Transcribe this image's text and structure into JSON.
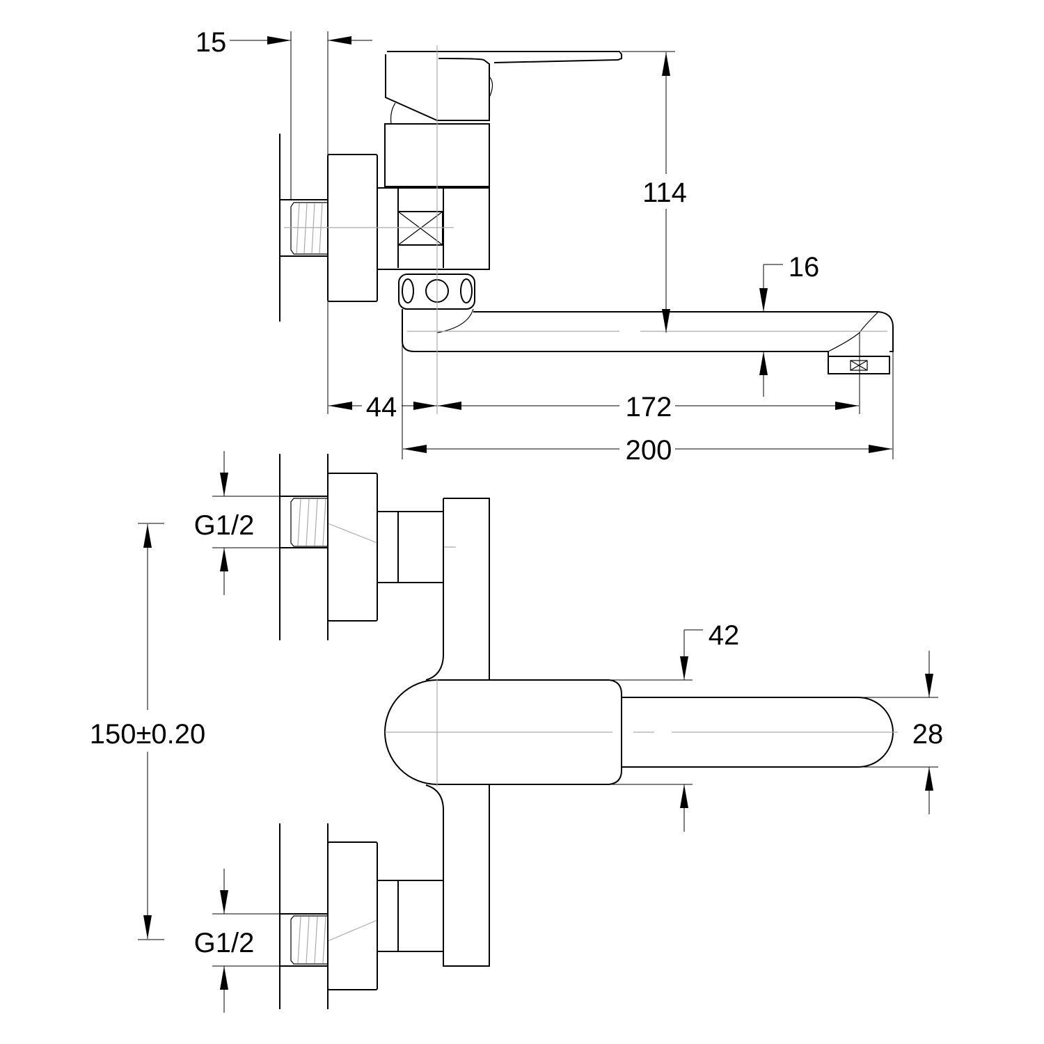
{
  "title": "Wall-mounted mixer tap dimension drawing",
  "units_note": "",
  "dimensions": {
    "wall_plate_thickness": "15",
    "height": "114",
    "spout_height": "16",
    "wall_to_axis": "44",
    "axis_to_outlet": "172",
    "total_projection": "200",
    "inlet_upper": "G1/2",
    "inlet_lower": "G1/2",
    "inlet_spacing": "150±0.20",
    "body_width": "42",
    "spout_width": "28"
  },
  "colors": {
    "line": "#000000",
    "centerline": "#aaaaaa"
  }
}
